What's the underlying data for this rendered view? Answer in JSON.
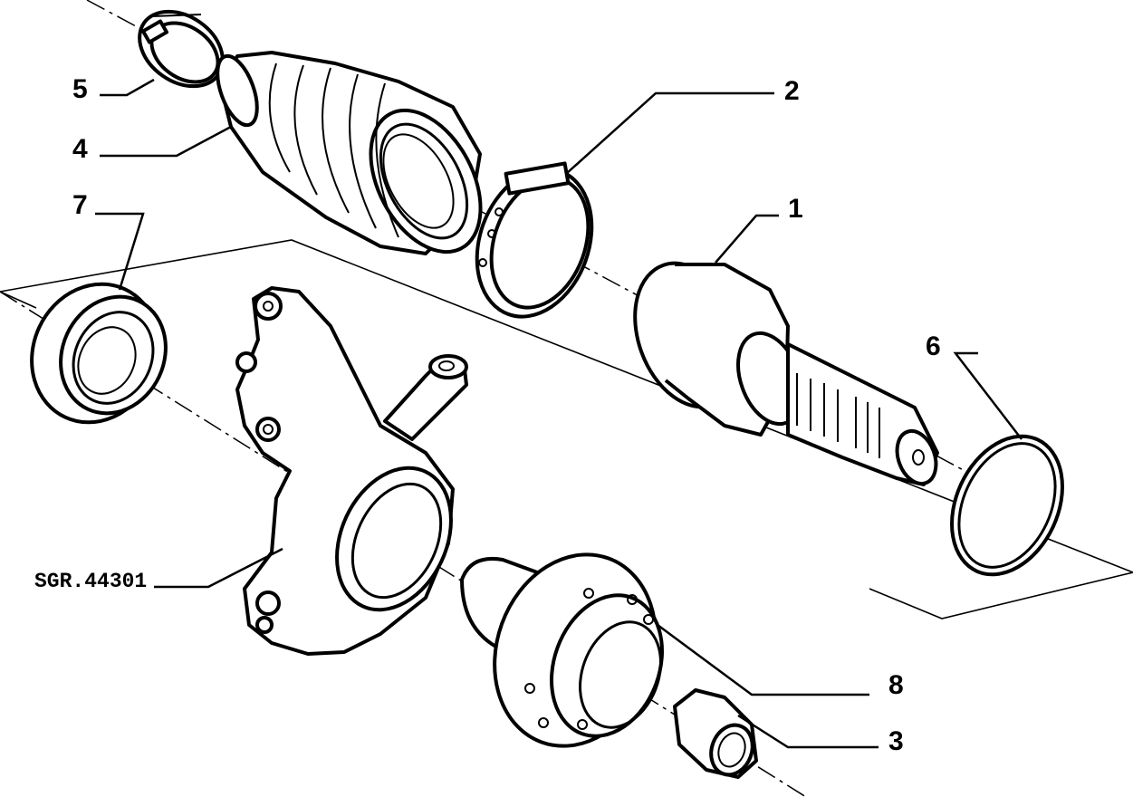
{
  "drawing_ref": "SGR.44301",
  "callouts": [
    {
      "id": "callout-1",
      "label": "1"
    },
    {
      "id": "callout-2",
      "label": "2"
    },
    {
      "id": "callout-3",
      "label": "3"
    },
    {
      "id": "callout-4",
      "label": "4"
    },
    {
      "id": "callout-5",
      "label": "5"
    },
    {
      "id": "callout-6",
      "label": "6"
    },
    {
      "id": "callout-7",
      "label": "7"
    },
    {
      "id": "callout-8",
      "label": "8"
    }
  ],
  "colors": {
    "line": "#000000",
    "background": "#ffffff"
  }
}
